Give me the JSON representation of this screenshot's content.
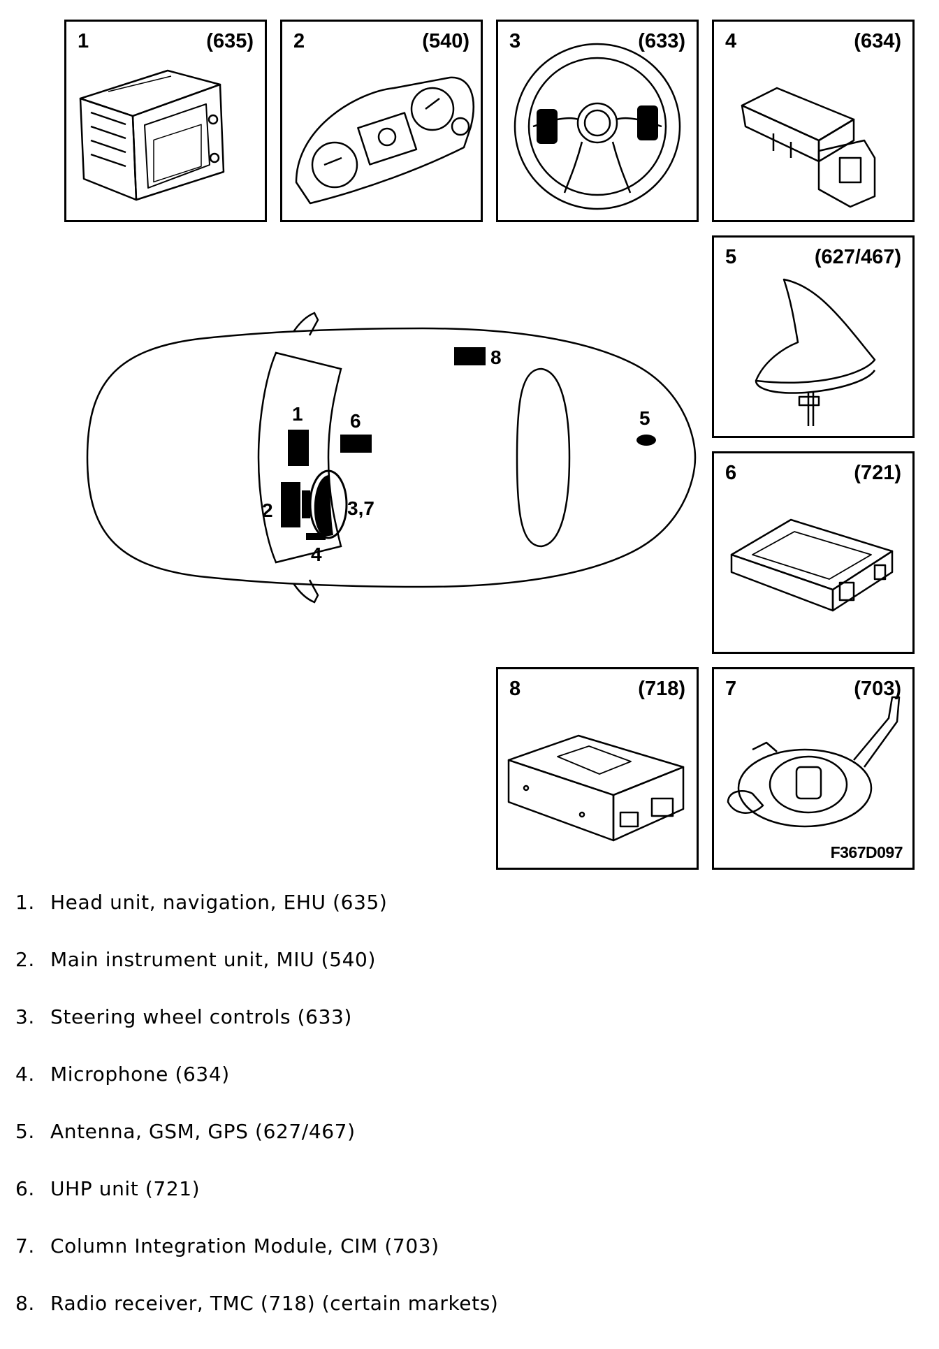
{
  "components": [
    {
      "num": "1",
      "code": "(635)"
    },
    {
      "num": "2",
      "code": "(540)"
    },
    {
      "num": "3",
      "code": "(633)"
    },
    {
      "num": "4",
      "code": "(634)"
    },
    {
      "num": "5",
      "code": "(627/467)"
    },
    {
      "num": "6",
      "code": "(721)"
    },
    {
      "num": "8",
      "code": "(718)"
    },
    {
      "num": "7",
      "code": "(703)"
    }
  ],
  "figure_id": "F367D097",
  "car_labels": [
    "1",
    "2",
    "3,7",
    "4",
    "5",
    "6",
    "8"
  ],
  "legend": [
    {
      "index": "1.",
      "text": "Head unit, navigation, EHU (635)"
    },
    {
      "index": "2.",
      "text": "Main instrument unit, MIU (540)"
    },
    {
      "index": "3.",
      "text": "Steering wheel controls (633)"
    },
    {
      "index": "4.",
      "text": "Microphone (634)"
    },
    {
      "index": "5.",
      "text": "Antenna, GSM, GPS (627/467)"
    },
    {
      "index": "6.",
      "text": "UHP unit (721)"
    },
    {
      "index": "7.",
      "text": "Column Integration Module, CIM (703)"
    },
    {
      "index": "8.",
      "text": "Radio receiver, TMC (718) (certain markets)"
    }
  ]
}
